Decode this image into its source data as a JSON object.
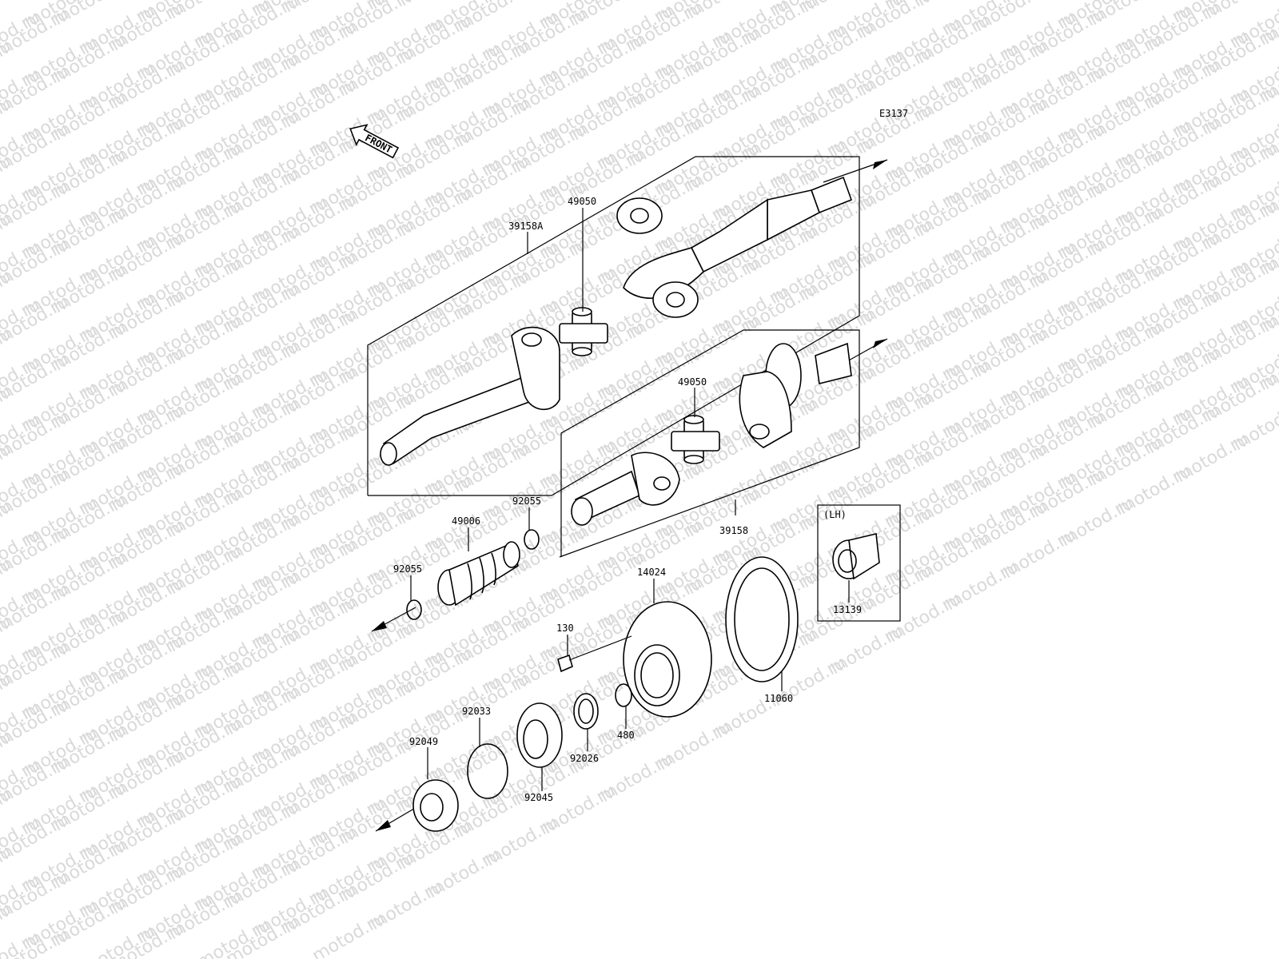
{
  "diagram": {
    "code": "E3137",
    "front_arrow_label": "FRONT",
    "watermark": "motod.ru",
    "inset_label": "(LH)",
    "labels": {
      "p39158A": "39158A",
      "p49050_top": "49050",
      "p49050_mid": "49050",
      "p39158": "39158",
      "p49006": "49006",
      "p92055_a": "92055",
      "p92055_b": "92055",
      "p14024": "14024",
      "p130": "130",
      "p11060": "11060",
      "p13139": "13139",
      "p480": "480",
      "p92026": "92026",
      "p92033": "92033",
      "p92045": "92045",
      "p92049": "92049"
    }
  }
}
